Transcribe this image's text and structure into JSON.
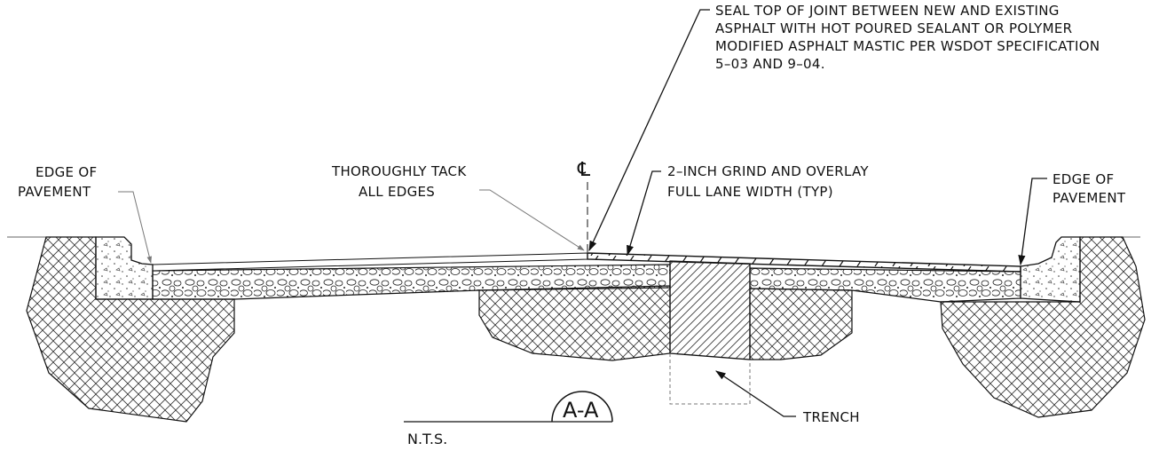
{
  "notes": {
    "seal_joint": [
      "SEAL TOP OF JOINT BETWEEN NEW AND EXISTING",
      "ASPHALT WITH HOT POURED SEALANT OR POLYMER",
      "MODIFIED ASPHALT MASTIC PER WSDOT SPECIFICATION",
      "5–03 AND 9–04."
    ],
    "edge_left": [
      "EDGE OF",
      "PAVEMENT"
    ],
    "edge_right": [
      "EDGE OF",
      "PAVEMENT"
    ],
    "tack": [
      "THOROUGHLY TACK",
      "ALL EDGES"
    ],
    "grind": [
      "2–INCH GRIND AND OVERLAY",
      "FULL LANE WIDTH (TYP)"
    ],
    "trench": "TRENCH"
  },
  "centerline_symbol": "℄",
  "section_label": "A-A",
  "scale_note": "N.T.S.",
  "colors": {
    "line": "#111111",
    "leader_grey": "#777777",
    "background": "#ffffff"
  }
}
